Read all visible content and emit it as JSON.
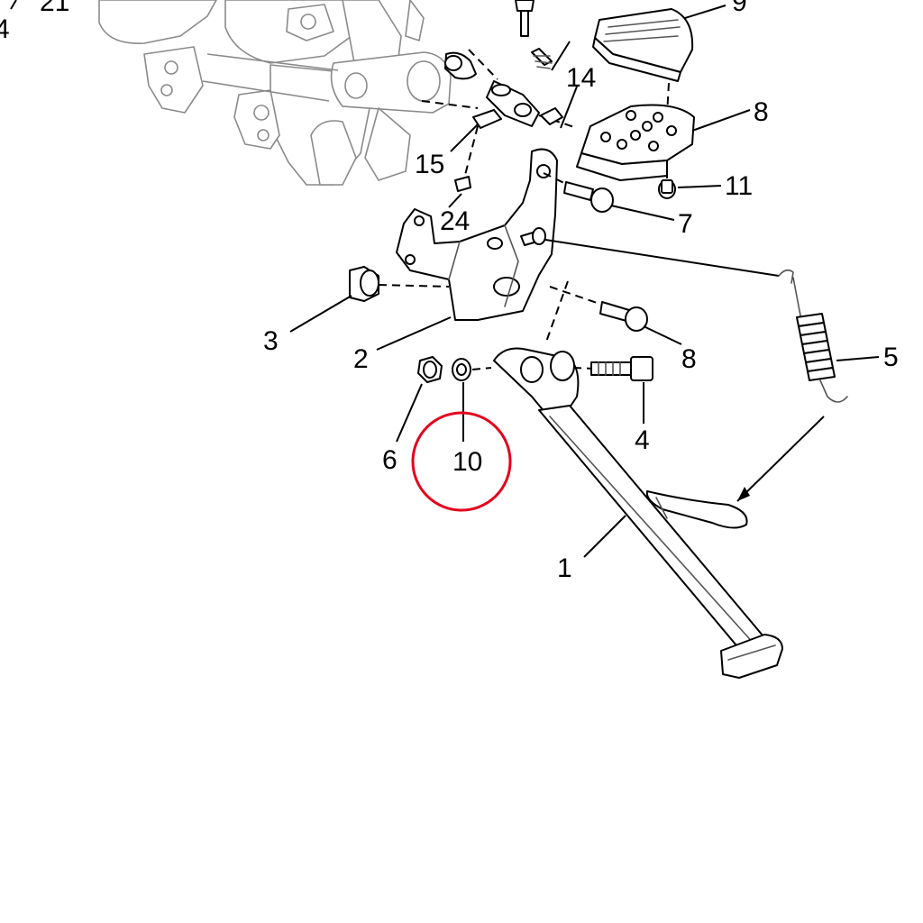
{
  "diagram": {
    "callouts": [
      "1",
      "2",
      "3",
      "4",
      "5",
      "6",
      "7",
      "8",
      "8",
      "9",
      "10",
      "11",
      "14",
      "15",
      "24",
      "21",
      "4"
    ],
    "highlight_color": "#e5001b",
    "highlighted_callout": "6"
  }
}
